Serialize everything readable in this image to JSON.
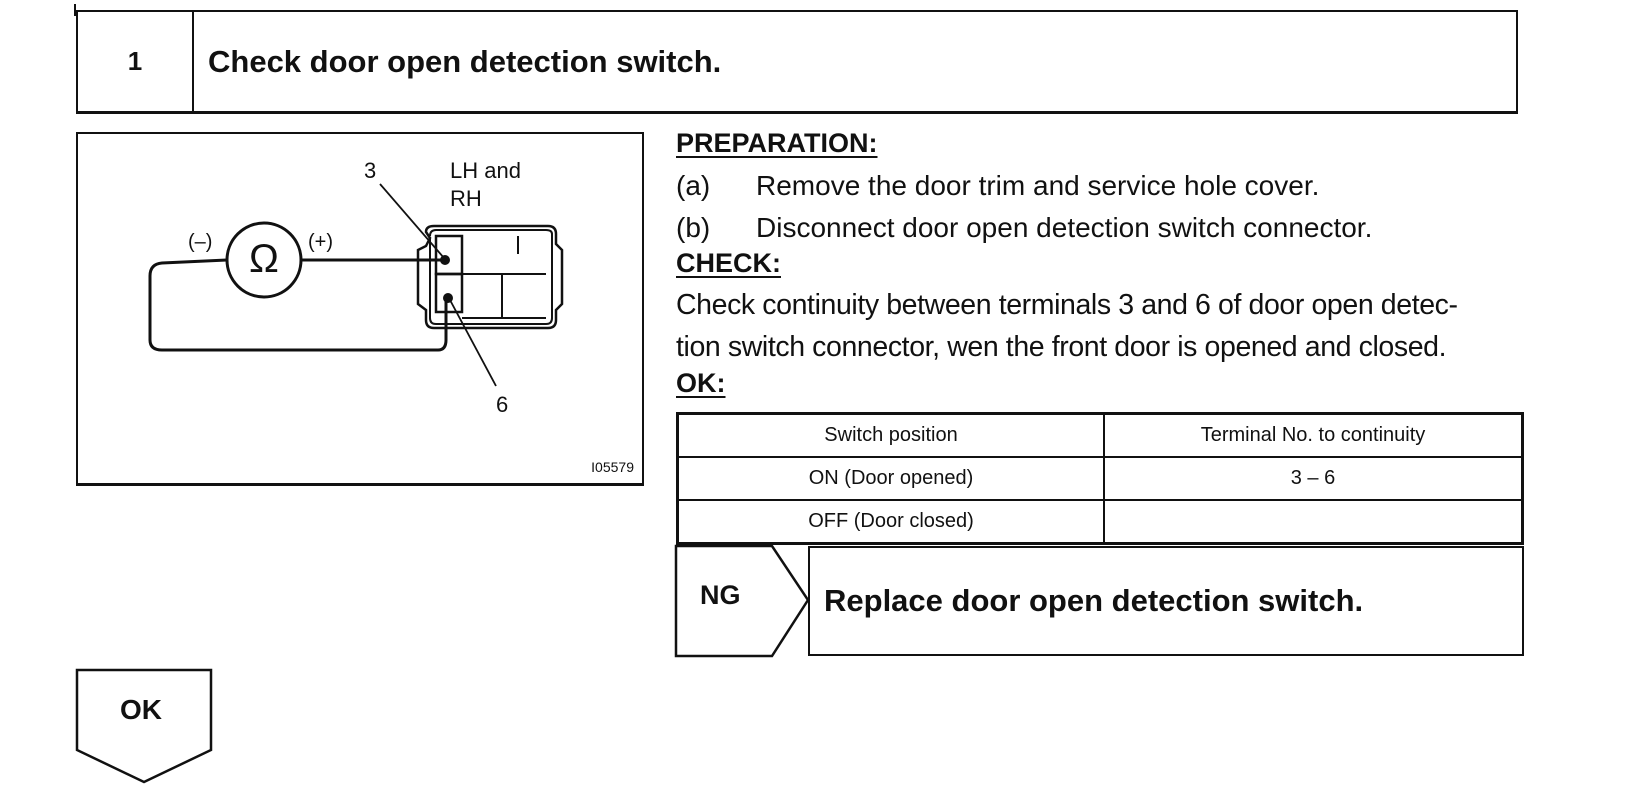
{
  "step": {
    "number": "1",
    "title": "Check door open detection switch."
  },
  "figure": {
    "terminal_3_label": "3",
    "terminal_6_label": "6",
    "side_label_line1": "LH and",
    "side_label_line2": "RH",
    "meter_symbol": "Ω",
    "minus_label": "(–)",
    "plus_label": "(+)",
    "figure_id": "I05579",
    "icons": [
      "ohmmeter-icon",
      "connector-icon"
    ]
  },
  "preparation": {
    "heading": "PREPARATION:",
    "items": [
      {
        "tag": "(a)",
        "text": "Remove the door trim and service hole cover."
      },
      {
        "tag": "(b)",
        "text": "Disconnect door open detection switch connector."
      }
    ]
  },
  "check": {
    "heading": "CHECK:",
    "line1": "Check continuity between terminals 3 and 6 of door open detec-",
    "line2": "tion switch connector, wen the front door is opened and closed."
  },
  "ok": {
    "heading": "OK:"
  },
  "table": {
    "headers": [
      "Switch position",
      "Terminal No. to continuity"
    ],
    "rows": [
      [
        "ON (Door opened)",
        "3 – 6"
      ],
      [
        "OFF (Door closed)",
        ""
      ]
    ]
  },
  "ng": {
    "label": "NG",
    "action": "Replace door open detection switch."
  },
  "ok_flow": {
    "label": "OK"
  }
}
